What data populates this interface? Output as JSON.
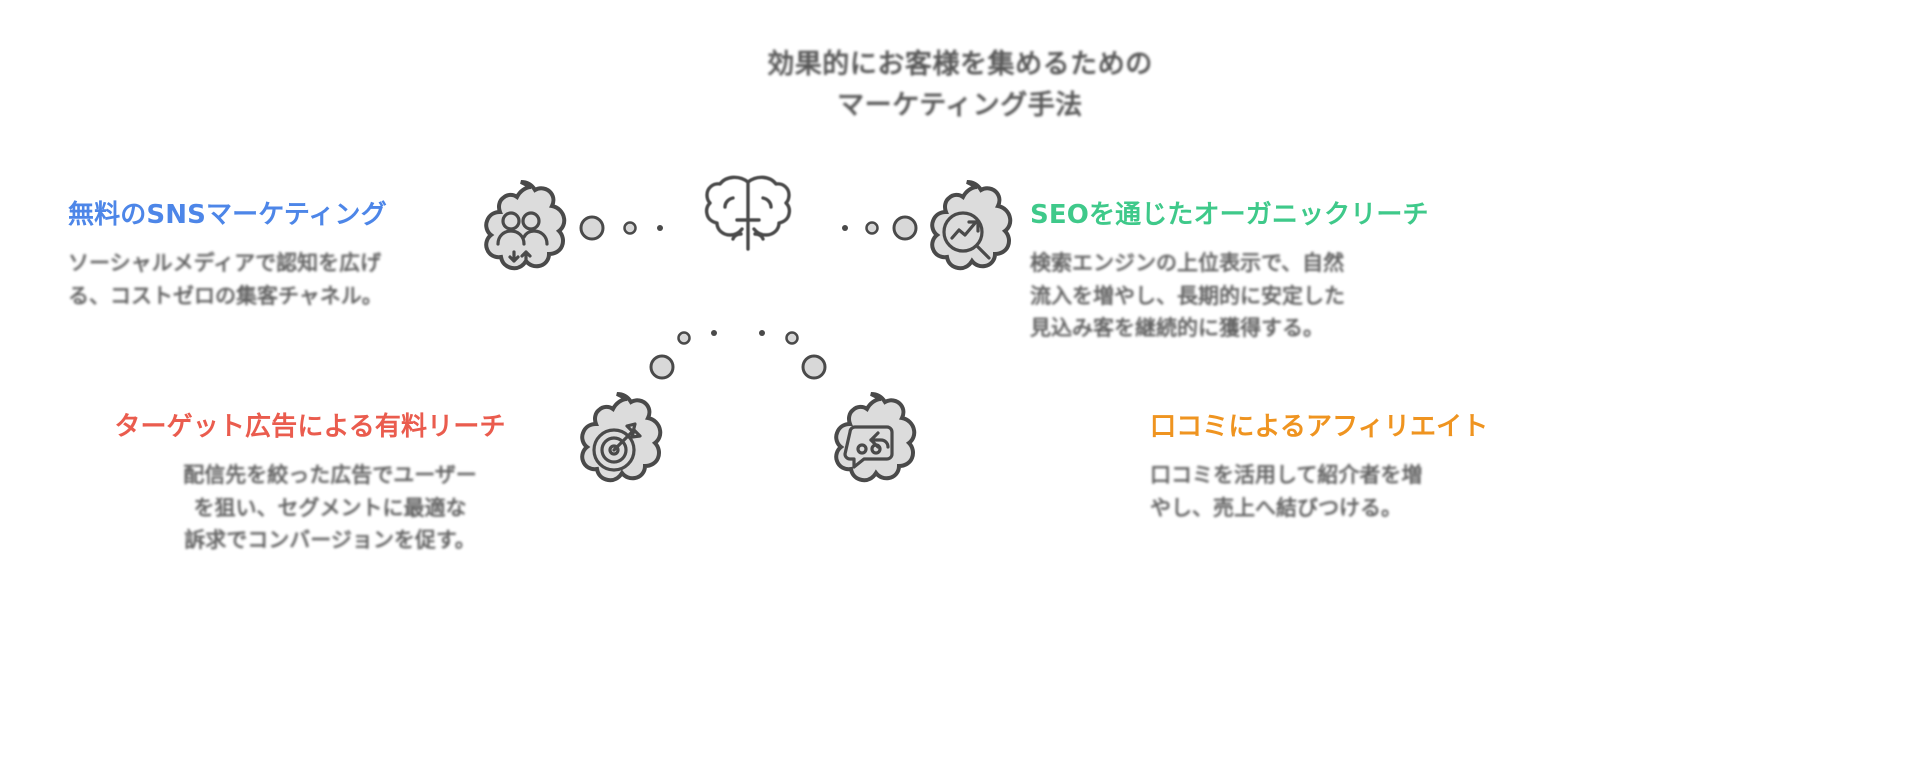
{
  "title": {
    "line1": "効果的にお客様を集めるための",
    "line2": "マーケティング手法"
  },
  "colors": {
    "sns": "#4d86e8",
    "seo": "#3fc98a",
    "ads": "#ea5c4e",
    "wom": "#ef9420",
    "ink": "#4a4a4a",
    "cloud": "#dcdcdc",
    "body_text": "#555555",
    "background": "#ffffff"
  },
  "nodes": [
    {
      "key": "sns",
      "icon": "people-exchange-icon",
      "heading": "無料のSNSマーケティング",
      "body_line1": "ソーシャルメディアで認知を広げ",
      "body_line2": "る、コストゼロの集客チャネル。"
    },
    {
      "key": "seo",
      "icon": "search-growth-icon",
      "heading": "SEOを通じたオーガニックリーチ",
      "body_line1": "検索エンジンの上位表示で、自然",
      "body_line2": "流入を増やし、長期的に安定した",
      "body_line3": "見込み客を継続的に獲得する。"
    },
    {
      "key": "ads",
      "icon": "target-arrow-icon",
      "heading": "ターゲット広告による有料リーチ",
      "body_line1": "配信先を絞った広告でユーザー",
      "body_line2": "を狙い、セグメントに最適な",
      "body_line3": "訴求でコンバージョンを促す。"
    },
    {
      "key": "wom",
      "icon": "referral-chat-icon",
      "heading": "口コミによるアフィリエイト",
      "body_line1": "口コミを活用して紹介者を増",
      "body_line2": "やし、売上へ結びつける。"
    }
  ],
  "center": {
    "icon": "brain-idea-icon",
    "label": ""
  }
}
